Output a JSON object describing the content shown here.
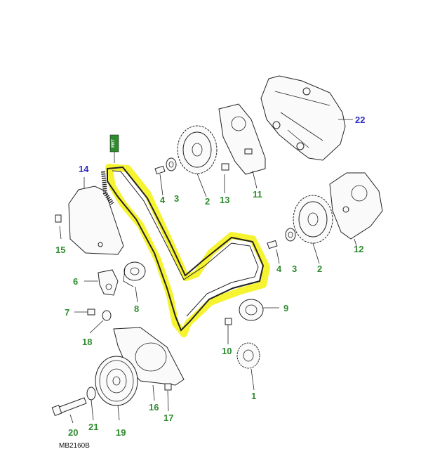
{
  "diagram": {
    "reference": "MB2160B",
    "colors": {
      "highlight": "#f5f21a",
      "label_green": "#2e8b2e",
      "label_blue": "#2f2fbf",
      "belt_tag": "#2e8b2e"
    },
    "belt_tag_text": "FRT",
    "labels": [
      {
        "id": "l22",
        "text": "22",
        "color": "blue"
      },
      {
        "id": "l14",
        "text": "14",
        "color": "blue"
      },
      {
        "id": "l2a",
        "text": "2",
        "color": "green"
      },
      {
        "id": "l2b",
        "text": "2",
        "color": "green"
      },
      {
        "id": "l3a",
        "text": "3",
        "color": "green"
      },
      {
        "id": "l3b",
        "text": "3",
        "color": "green"
      },
      {
        "id": "l4a",
        "text": "4",
        "color": "green"
      },
      {
        "id": "l4b",
        "text": "4",
        "color": "green"
      },
      {
        "id": "l13",
        "text": "13",
        "color": "green"
      },
      {
        "id": "l11",
        "text": "11",
        "color": "green"
      },
      {
        "id": "l12",
        "text": "12",
        "color": "green"
      },
      {
        "id": "l15",
        "text": "15",
        "color": "green"
      },
      {
        "id": "l6",
        "text": "6",
        "color": "green"
      },
      {
        "id": "l8",
        "text": "8",
        "color": "green"
      },
      {
        "id": "l7",
        "text": "7",
        "color": "green"
      },
      {
        "id": "l9",
        "text": "9",
        "color": "green"
      },
      {
        "id": "l18",
        "text": "18",
        "color": "green"
      },
      {
        "id": "l10",
        "text": "10",
        "color": "green"
      },
      {
        "id": "l1",
        "text": "1",
        "color": "green"
      },
      {
        "id": "l16",
        "text": "16",
        "color": "green"
      },
      {
        "id": "l17",
        "text": "17",
        "color": "green"
      },
      {
        "id": "l19",
        "text": "19",
        "color": "green"
      },
      {
        "id": "l20",
        "text": "20",
        "color": "green"
      },
      {
        "id": "l21",
        "text": "21",
        "color": "green"
      }
    ]
  }
}
